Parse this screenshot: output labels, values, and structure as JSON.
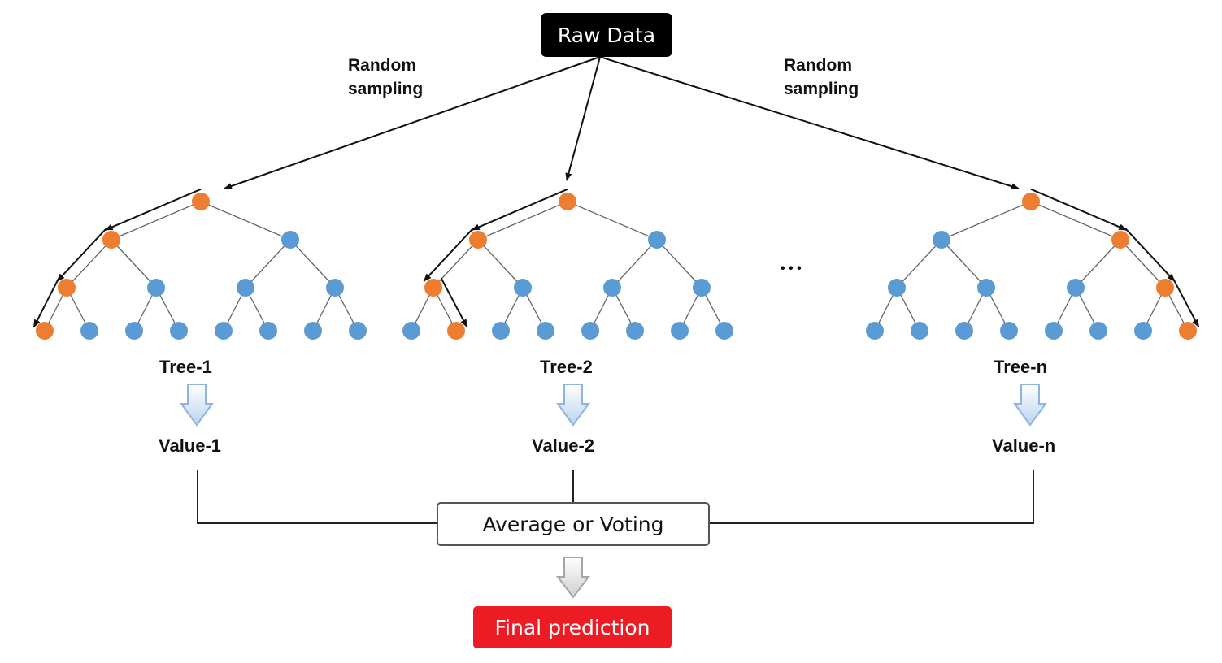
{
  "diagram": {
    "root_label": "Raw Data",
    "sampling_left": [
      "Random",
      "sampling"
    ],
    "sampling_right": [
      "Random",
      "sampling"
    ],
    "ellipsis": "• • •",
    "trees": [
      {
        "label": "Tree-1",
        "value": "Value-1"
      },
      {
        "label": "Tree-2",
        "value": "Value-2"
      },
      {
        "label": "Tree-n",
        "value": "Value-n"
      }
    ],
    "aggregate_label": "Average or Voting",
    "final_label": "Final prediction"
  },
  "colors": {
    "highlight_node": "#ED7D31",
    "normal_node": "#5B9BD5",
    "root_box": "#000000",
    "final_box": "#ED1C24",
    "arrow_fill": "#DCE9F7",
    "arrow_stroke": "#8DB4E2",
    "grey_arrow_fill": "#E8E8E8",
    "grey_arrow_stroke": "#A6A6A6"
  }
}
